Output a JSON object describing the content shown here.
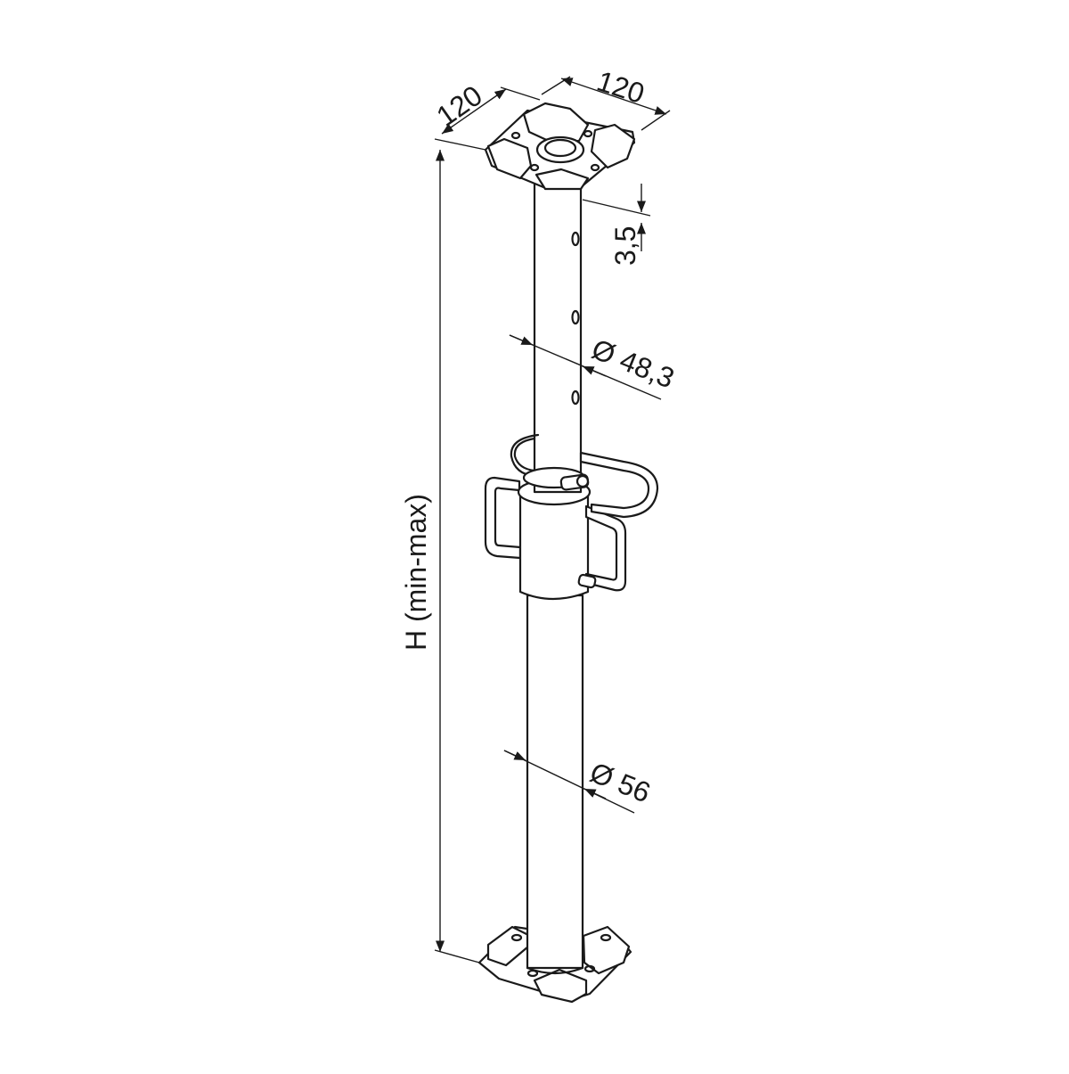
{
  "dimensions": {
    "top_width_1": "120",
    "top_width_2": "120",
    "thickness": "3,5",
    "inner_diameter": "Ø 48,3",
    "outer_diameter": "Ø 56",
    "height": "H (min-max)"
  }
}
